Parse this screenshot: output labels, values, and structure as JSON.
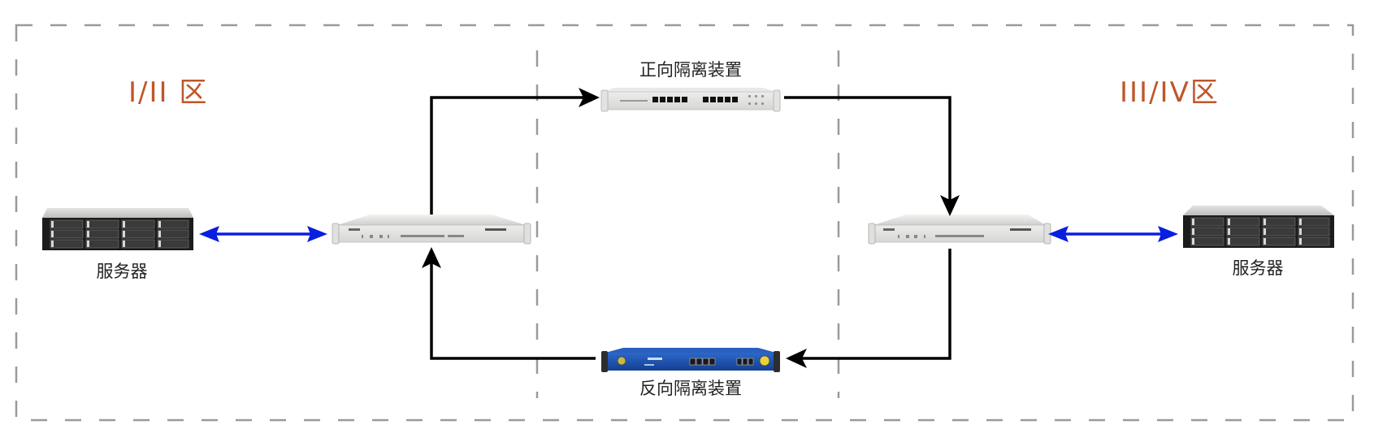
{
  "zones": {
    "left": {
      "label": "I/II 区"
    },
    "right": {
      "label": "III/IV区"
    }
  },
  "devices": {
    "left_server": {
      "label": "服务器"
    },
    "right_server": {
      "label": "服务器"
    },
    "forward_isolator": {
      "label": "正向隔离装置"
    },
    "reverse_isolator": {
      "label": "反向隔离装置"
    }
  },
  "colors": {
    "zone_label": "#c0562a",
    "bidirectional_link": "#0a1ee0",
    "flow_arrow": "#000000",
    "boundary": "#9a9a9a",
    "forward_device_body": "#e6e6e4",
    "reverse_device_body": "#1f55b5"
  }
}
